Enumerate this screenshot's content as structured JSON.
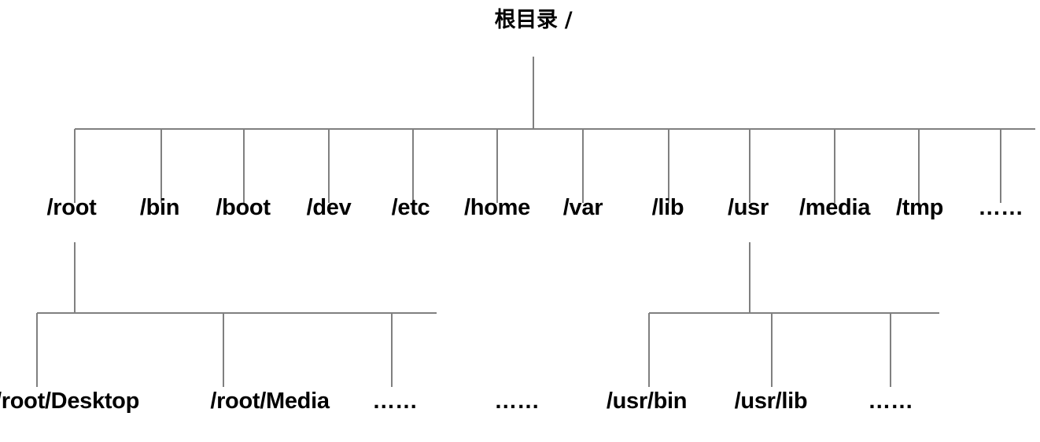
{
  "diagram": {
    "root": "根目录 /",
    "level1": [
      "/root",
      "/bin",
      "/boot",
      "/dev",
      "/etc",
      "/home",
      "/var",
      "/lib",
      "/usr",
      "/media",
      "/tmp",
      "……"
    ],
    "root_children": [
      "/root/Desktop",
      "/root/Media",
      "……"
    ],
    "middle_ellipsis": "……",
    "usr_children": [
      "/usr/bin",
      "/usr/lib",
      "……"
    ],
    "line_color": "#808080",
    "text_color": "#000000"
  }
}
